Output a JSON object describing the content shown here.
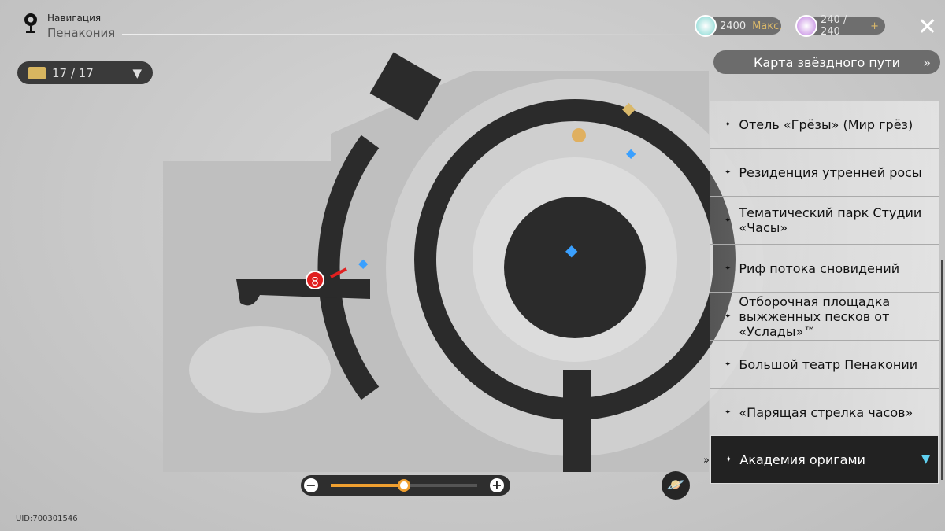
{
  "header": {
    "nav_label": "Навигация",
    "location": "Пенакония"
  },
  "chest": {
    "count": "17 / 17"
  },
  "resources": [
    {
      "value": "2400",
      "suffix": "Макс.",
      "color": "#7fd6d0"
    },
    {
      "value": "240 / 240",
      "suffix": "+",
      "color": "#c080e0"
    }
  ],
  "star_map_button": "Карта звёздного пути",
  "locations": [
    {
      "label": "Отель «Грёзы» (Мир грёз)"
    },
    {
      "label": "Резиденция утренней росы"
    },
    {
      "label": "Тематический парк Студии «Часы»"
    },
    {
      "label": "Риф потока сновидений"
    },
    {
      "label": "Отборочная площадка выжженных песков от «Услады»™"
    },
    {
      "label": "Большой театр Пенаконии"
    },
    {
      "label": "«Парящая стрелка часов»"
    },
    {
      "label": "Академия оригами",
      "selected": true
    }
  ],
  "map": {
    "marker_label": "8"
  },
  "zoom": {
    "level_percent": 50
  },
  "uid": "UID:700301546"
}
